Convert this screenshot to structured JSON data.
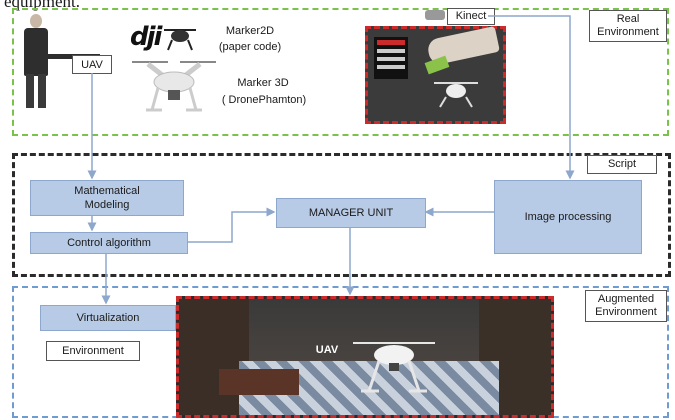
{
  "caption": "equipment.",
  "real_env": {
    "label": "Real\nEnvironment",
    "uav_label": "UAV",
    "marker2d_title": "Marker2D",
    "marker2d_sub": "(paper code)",
    "marker3d_title": "Marker  3D",
    "marker3d_sub": "( DronePhamton)",
    "kinect_label": "Kinect",
    "dji_logo": "dji",
    "colors": {
      "border": "#7ac24a"
    }
  },
  "script": {
    "label": "Script",
    "math_modeling": "Mathematical\nModeling",
    "control_algorithm": "Control algorithm",
    "manager_unit": "MANAGER UNIT",
    "image_processing": "Image processing",
    "colors": {
      "border": "#2b2b2b",
      "box_fill": "#b8cbe6"
    }
  },
  "aug_env": {
    "label": "Augmented\nEnvironment",
    "virtualization": "Virtualization",
    "environment": "Environment",
    "scene_uav_label": "UAV",
    "colors": {
      "border": "#6f9bd1",
      "scene_border": "#cc2b2b"
    }
  }
}
